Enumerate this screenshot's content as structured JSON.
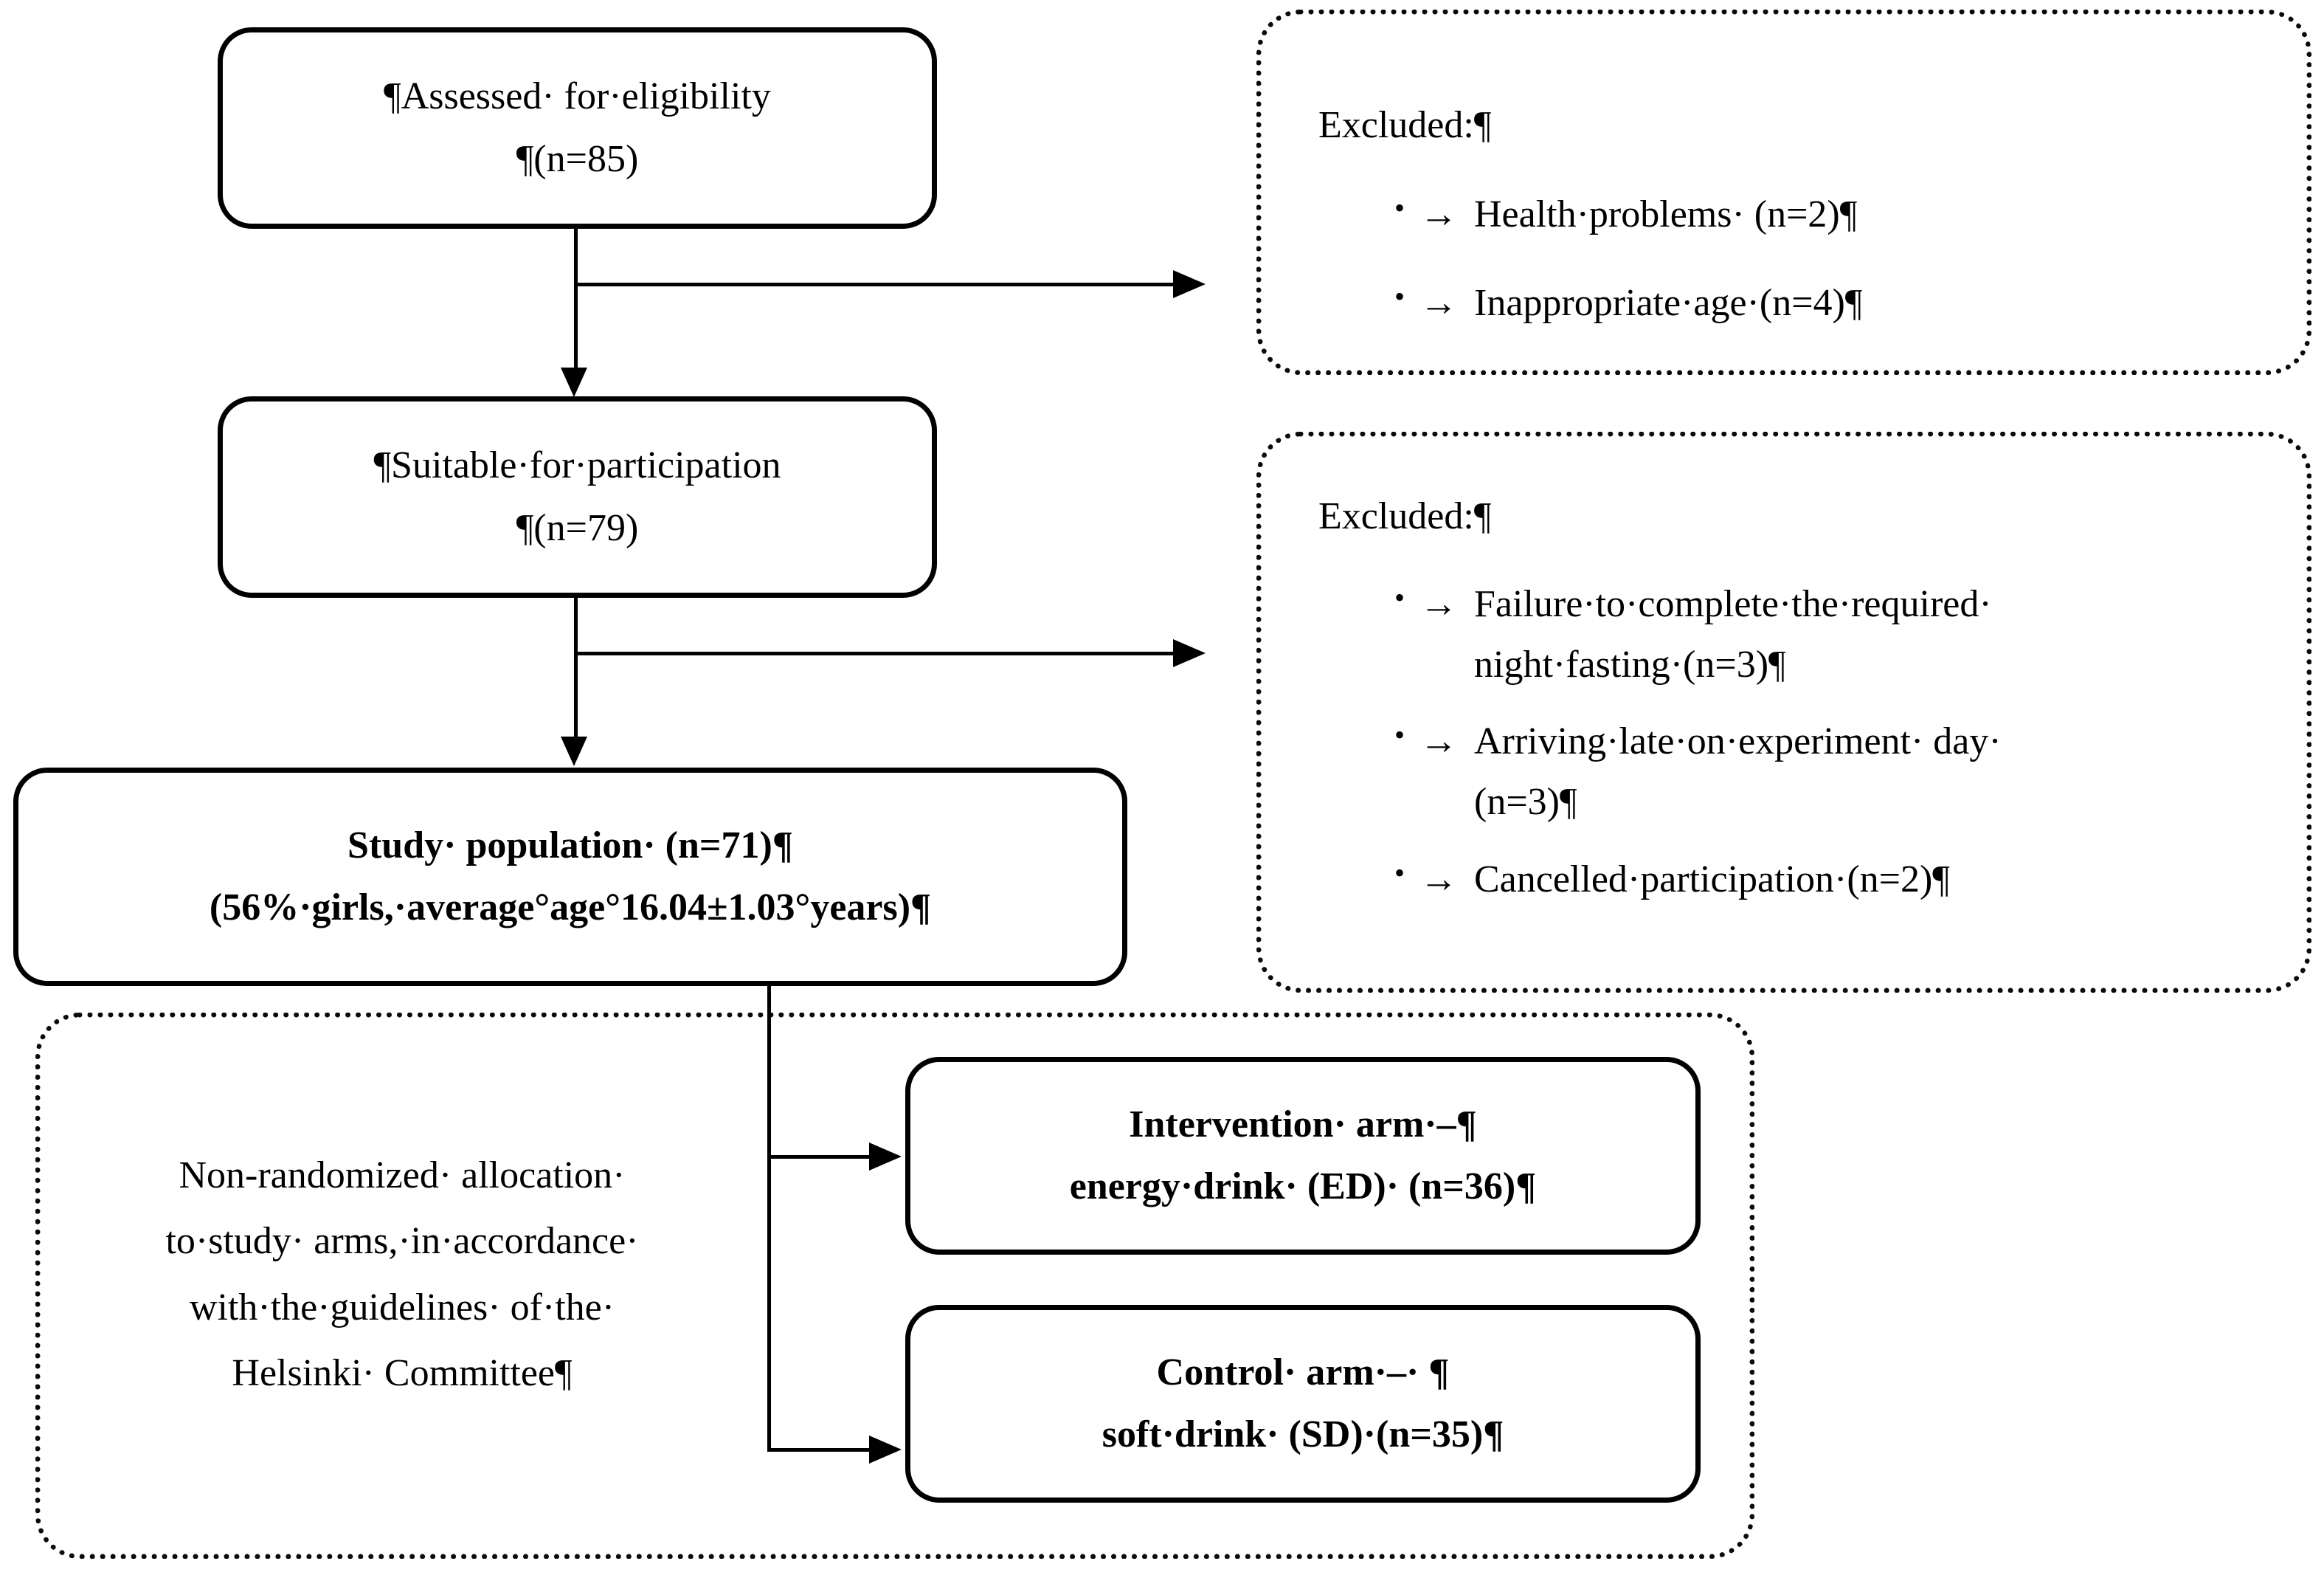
{
  "figure": {
    "type": "prisma-style participant flow diagram",
    "nodes": {
      "assessed": {
        "line1": "¶Assessed· for·eligibility",
        "line2": "¶(n=85)"
      },
      "suitable": {
        "line1": "¶Suitable·for·participation",
        "line2": "¶(n=79)"
      },
      "study_population": {
        "line1": "Study· population· (n=71)¶",
        "line2": "(56%·girls,·average°age°16.04±1.03°years)¶"
      },
      "intervention_arm": {
        "line1": "Intervention· arm·–¶",
        "line2": "energy·drink· (ED)· (n=36)¶"
      },
      "control_arm": {
        "line1": "Control· arm·–· ¶",
        "line2": "soft·drink· (SD)·(n=35)¶"
      }
    },
    "excluded_1": {
      "title": "Excluded:¶",
      "bullet": "•",
      "arrow": "→",
      "items": [
        {
          "lines": [
            "Health·problems· (n=2)¶"
          ]
        },
        {
          "lines": [
            "Inappropriate·age·(n=4)¶"
          ]
        }
      ]
    },
    "excluded_2": {
      "title": "Excluded:¶",
      "bullet": "•",
      "arrow": "→",
      "items": [
        {
          "lines": [
            "Failure·to·complete·the·required·",
            "night·fasting·(n=3)¶"
          ]
        },
        {
          "lines": [
            "Arriving·late·on·experiment· day·",
            "(n=3)¶"
          ]
        },
        {
          "lines": [
            "Cancelled·participation·(n=2)¶"
          ]
        }
      ]
    },
    "allocation": {
      "line1": "Non-randomized· allocation·",
      "line2": "to·study· arms,·in·accordance·",
      "line3": "with·the·guidelines· of·the·",
      "line4": "Helsinki· Committee¶"
    },
    "colors": {
      "stroke": "#000000",
      "background": "#ffffff",
      "dotted_stroke": "#0a0a0a"
    }
  }
}
